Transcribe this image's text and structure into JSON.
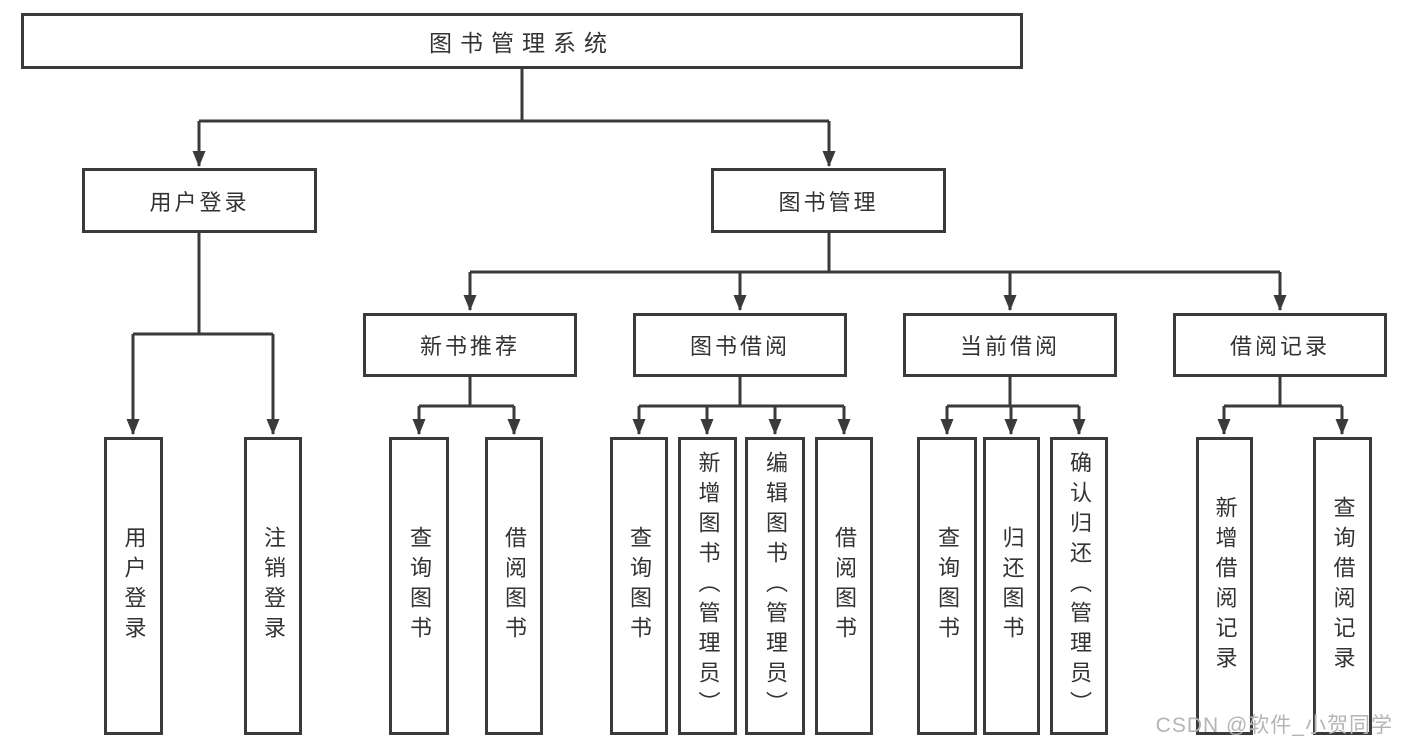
{
  "diagram": {
    "title": "图书管理系统",
    "root": {
      "label": "图书管理系统"
    },
    "level2": [
      {
        "label": "用户登录"
      },
      {
        "label": "图书管理"
      }
    ],
    "level3": [
      {
        "label": "新书推荐"
      },
      {
        "label": "图书借阅"
      },
      {
        "label": "当前借阅"
      },
      {
        "label": "借阅记录"
      }
    ],
    "leaves": [
      {
        "label": "用户登录"
      },
      {
        "label": "注销登录"
      },
      {
        "label": "查询图书"
      },
      {
        "label": "借阅图书"
      },
      {
        "label": "查询图书"
      },
      {
        "label": "新增图书（管理员）"
      },
      {
        "label": "编辑图书（管理员）"
      },
      {
        "label": "借阅图书"
      },
      {
        "label": "查询图书"
      },
      {
        "label": "归还图书"
      },
      {
        "label": "确认归还（管理员）"
      },
      {
        "label": "新增借阅记录"
      },
      {
        "label": "查询借阅记录"
      }
    ],
    "watermark": "CSDN @软件_小贺同学",
    "colors": {
      "line": "#3a3a3a",
      "text": "#333333",
      "background": "#ffffff",
      "watermark": "#b5b5b5"
    }
  }
}
